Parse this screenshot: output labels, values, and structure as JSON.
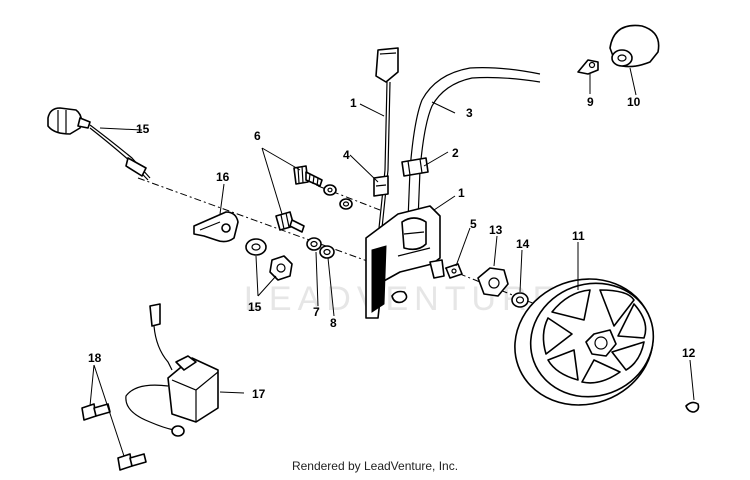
{
  "watermark": "LEADVENTURE",
  "credit": "Rendered by LeadVenture, Inc.",
  "callouts": {
    "ignition_lead_upper": "1",
    "ignition_module_upper": "1",
    "grommet": "2",
    "spark_plug_wire": "3",
    "wire_clip": "4",
    "washer_right": "5",
    "screws": "6",
    "lock_washer": "7",
    "flat_washer": "8",
    "terminal": "9",
    "spark_plug_boot": "10",
    "flywheel": "11",
    "flywheel_key": "12",
    "flywheel_nut": "13",
    "belleville_washer": "14",
    "stop_switch_wire": "15",
    "washer_nut_group": "15",
    "bracket": "16",
    "ignition_coil": "17",
    "bolts": "18"
  }
}
